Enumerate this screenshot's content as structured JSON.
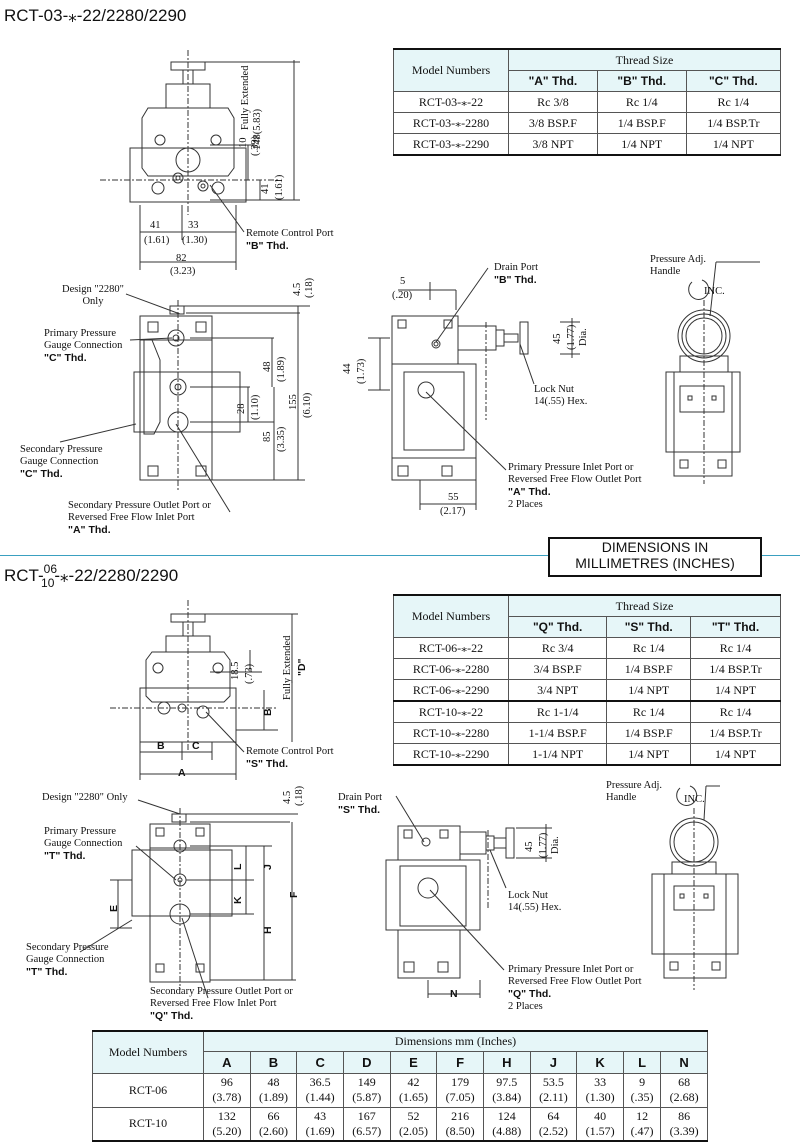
{
  "top": {
    "title": "RCT-03-⁎-22/2280/2290",
    "table": {
      "col_model": "Model Numbers",
      "col_group": "Thread Size",
      "cols": [
        "\"A\" Thd.",
        "\"B\" Thd.",
        "\"C\" Thd."
      ],
      "rows": [
        [
          "RCT-03-⁎-22",
          "Rc 3/8",
          "Rc 1/4",
          "Rc 1/4"
        ],
        [
          "RCT-03-⁎-2280",
          "3/8 BSP.F",
          "1/4 BSP.F",
          "1/4 BSP.Tr"
        ],
        [
          "RCT-03-⁎-2290",
          "3/8 NPT",
          "1/4 NPT",
          "1/4 NPT"
        ]
      ]
    },
    "labels": {
      "fully_extended": "Fully Extended",
      "fully_extended_val": "148(5.83)",
      "d10": "10",
      "d10i": "(.39)",
      "d41v": "41",
      "d41vi": "(1.61)",
      "d41": "41",
      "d41i": "(1.61)",
      "d33": "33",
      "d33i": "(1.30)",
      "d82": "82",
      "d82i": "(3.23)",
      "remote_port": "Remote Control Port",
      "remote_port_thd": "\"B\" Thd.",
      "design": "Design \"2280\"",
      "design2": "Only",
      "d45": "4.5",
      "d45i": "(.18)",
      "primary_gauge1": "Primary Pressure",
      "primary_gauge2": "Gauge Connection",
      "primary_gauge3": "\"C\" Thd.",
      "d48": "48",
      "d48i": "(1.89)",
      "d155": "155",
      "d155i": "(6.10)",
      "d28": "28",
      "d28i": "(1.10)",
      "d85": "85",
      "d85i": "(3.35)",
      "secondary_gauge1": "Secondary Pressure",
      "secondary_gauge2": "Gauge Connection",
      "secondary_gauge3": "\"C\" Thd.",
      "sec_outlet1": "Secondary Pressure Outlet Port or",
      "sec_outlet2": "Reversed Free Flow Inlet Port",
      "sec_outlet3": "\"A\" Thd.",
      "drain1": "Drain Port",
      "drain2": "\"B\" Thd.",
      "d5": "5",
      "d5i": "(.20)",
      "d44": "44",
      "d44i": "(1.73)",
      "d45b": "45",
      "d45bi": "(1.77)",
      "dia": "Dia.",
      "lock1": "Lock Nut",
      "lock2": "14(.55) Hex.",
      "prim_inlet1": "Primary Pressure Inlet Port or",
      "prim_inlet2": "Reversed Free Flow Outlet Port",
      "prim_inlet3": "\"A\" Thd.",
      "prim_inlet4": "2 Places",
      "d55": "55",
      "d55i": "(2.17)",
      "padj1": "Pressure Adj.",
      "padj2": "Handle",
      "inc": "INC."
    }
  },
  "units_box": {
    "line1": "DIMENSIONS IN",
    "line2": "MILLIMETRES (INCHES)"
  },
  "bottom": {
    "title_prefix": "RCT-",
    "title_sup": "06",
    "title_sub": "10",
    "title_suffix": "-⁎-22/2280/2290",
    "table": {
      "col_model": "Model Numbers",
      "col_group": "Thread Size",
      "cols": [
        "\"Q\" Thd.",
        "\"S\" Thd.",
        "\"T\" Thd."
      ],
      "rows": [
        [
          "RCT-06-⁎-22",
          "Rc 3/4",
          "Rc 1/4",
          "Rc 1/4"
        ],
        [
          "RCT-06-⁎-2280",
          "3/4 BSP.F",
          "1/4 BSP.F",
          "1/4 BSP.Tr"
        ],
        [
          "RCT-06-⁎-2290",
          "3/4 NPT",
          "1/4 NPT",
          "1/4 NPT"
        ],
        [
          "RCT-10-⁎-22",
          "Rc 1-1/4",
          "Rc 1/4",
          "Rc 1/4"
        ],
        [
          "RCT-10-⁎-2280",
          "1-1/4 BSP.F",
          "1/4 BSP.F",
          "1/4 BSP.Tr"
        ],
        [
          "RCT-10-⁎-2290",
          "1-1/4 NPT",
          "1/4 NPT",
          "1/4 NPT"
        ]
      ]
    },
    "labels": {
      "fully_extended": "Fully Extended",
      "dD": "\"D\"",
      "d185": "18.5",
      "d185i": "(.73)",
      "dB": "B",
      "dBh": "B",
      "dC": "C",
      "dA": "A",
      "remote_port": "Remote Control Port",
      "remote_port_thd": "\"S\" Thd.",
      "design": "Design \"2280\" Only",
      "d45": "4.5",
      "d45i": "(.18)",
      "primary_gauge1": "Primary Pressure",
      "primary_gauge2": "Gauge Connection",
      "primary_gauge3": "\"T\" Thd.",
      "dL": "L",
      "dJ": "J",
      "dK": "K",
      "dE": "E",
      "dH": "H",
      "dF": "F",
      "secondary_gauge1": "Secondary Pressure",
      "secondary_gauge2": "Gauge Connection",
      "secondary_gauge3": "\"T\" Thd.",
      "sec_outlet1": "Secondary Pressure Outlet Port or",
      "sec_outlet2": "Reversed Free Flow Inlet Port",
      "sec_outlet3": "\"Q\" Thd.",
      "drain1": "Drain Port",
      "drain2": "\"S\" Thd.",
      "d45b": "45",
      "d45bi": "(1.77)",
      "dia": "Dia.",
      "lock1": "Lock Nut",
      "lock2": "14(.55) Hex.",
      "prim_inlet1": "Primary Pressure Inlet Port or",
      "prim_inlet2": "Reversed Free Flow Outlet Port",
      "prim_inlet3": "\"Q\" Thd.",
      "prim_inlet4": "2 Places",
      "dN": "N",
      "padj1": "Pressure Adj.",
      "padj2": "Handle",
      "inc": "INC."
    },
    "dim_table": {
      "col_model": "Model Numbers",
      "col_group": "Dimensions   mm (Inches)",
      "cols": [
        "A",
        "B",
        "C",
        "D",
        "E",
        "F",
        "H",
        "J",
        "K",
        "L",
        "N"
      ],
      "rows": [
        {
          "model": "RCT-06",
          "mm": [
            "96",
            "48",
            "36.5",
            "149",
            "42",
            "179",
            "97.5",
            "53.5",
            "33",
            "9",
            "68"
          ],
          "in": [
            "(3.78)",
            "(1.89)",
            "(1.44)",
            "(5.87)",
            "(1.65)",
            "(7.05)",
            "(3.84)",
            "(2.11)",
            "(1.30)",
            "(.35)",
            "(2.68)"
          ]
        },
        {
          "model": "RCT-10",
          "mm": [
            "132",
            "66",
            "43",
            "167",
            "52",
            "216",
            "124",
            "64",
            "40",
            "12",
            "86"
          ],
          "in": [
            "(5.20)",
            "(2.60)",
            "(1.69)",
            "(6.57)",
            "(2.05)",
            "(8.50)",
            "(4.88)",
            "(2.52)",
            "(1.57)",
            "(.47)",
            "(3.39)"
          ]
        }
      ]
    }
  }
}
